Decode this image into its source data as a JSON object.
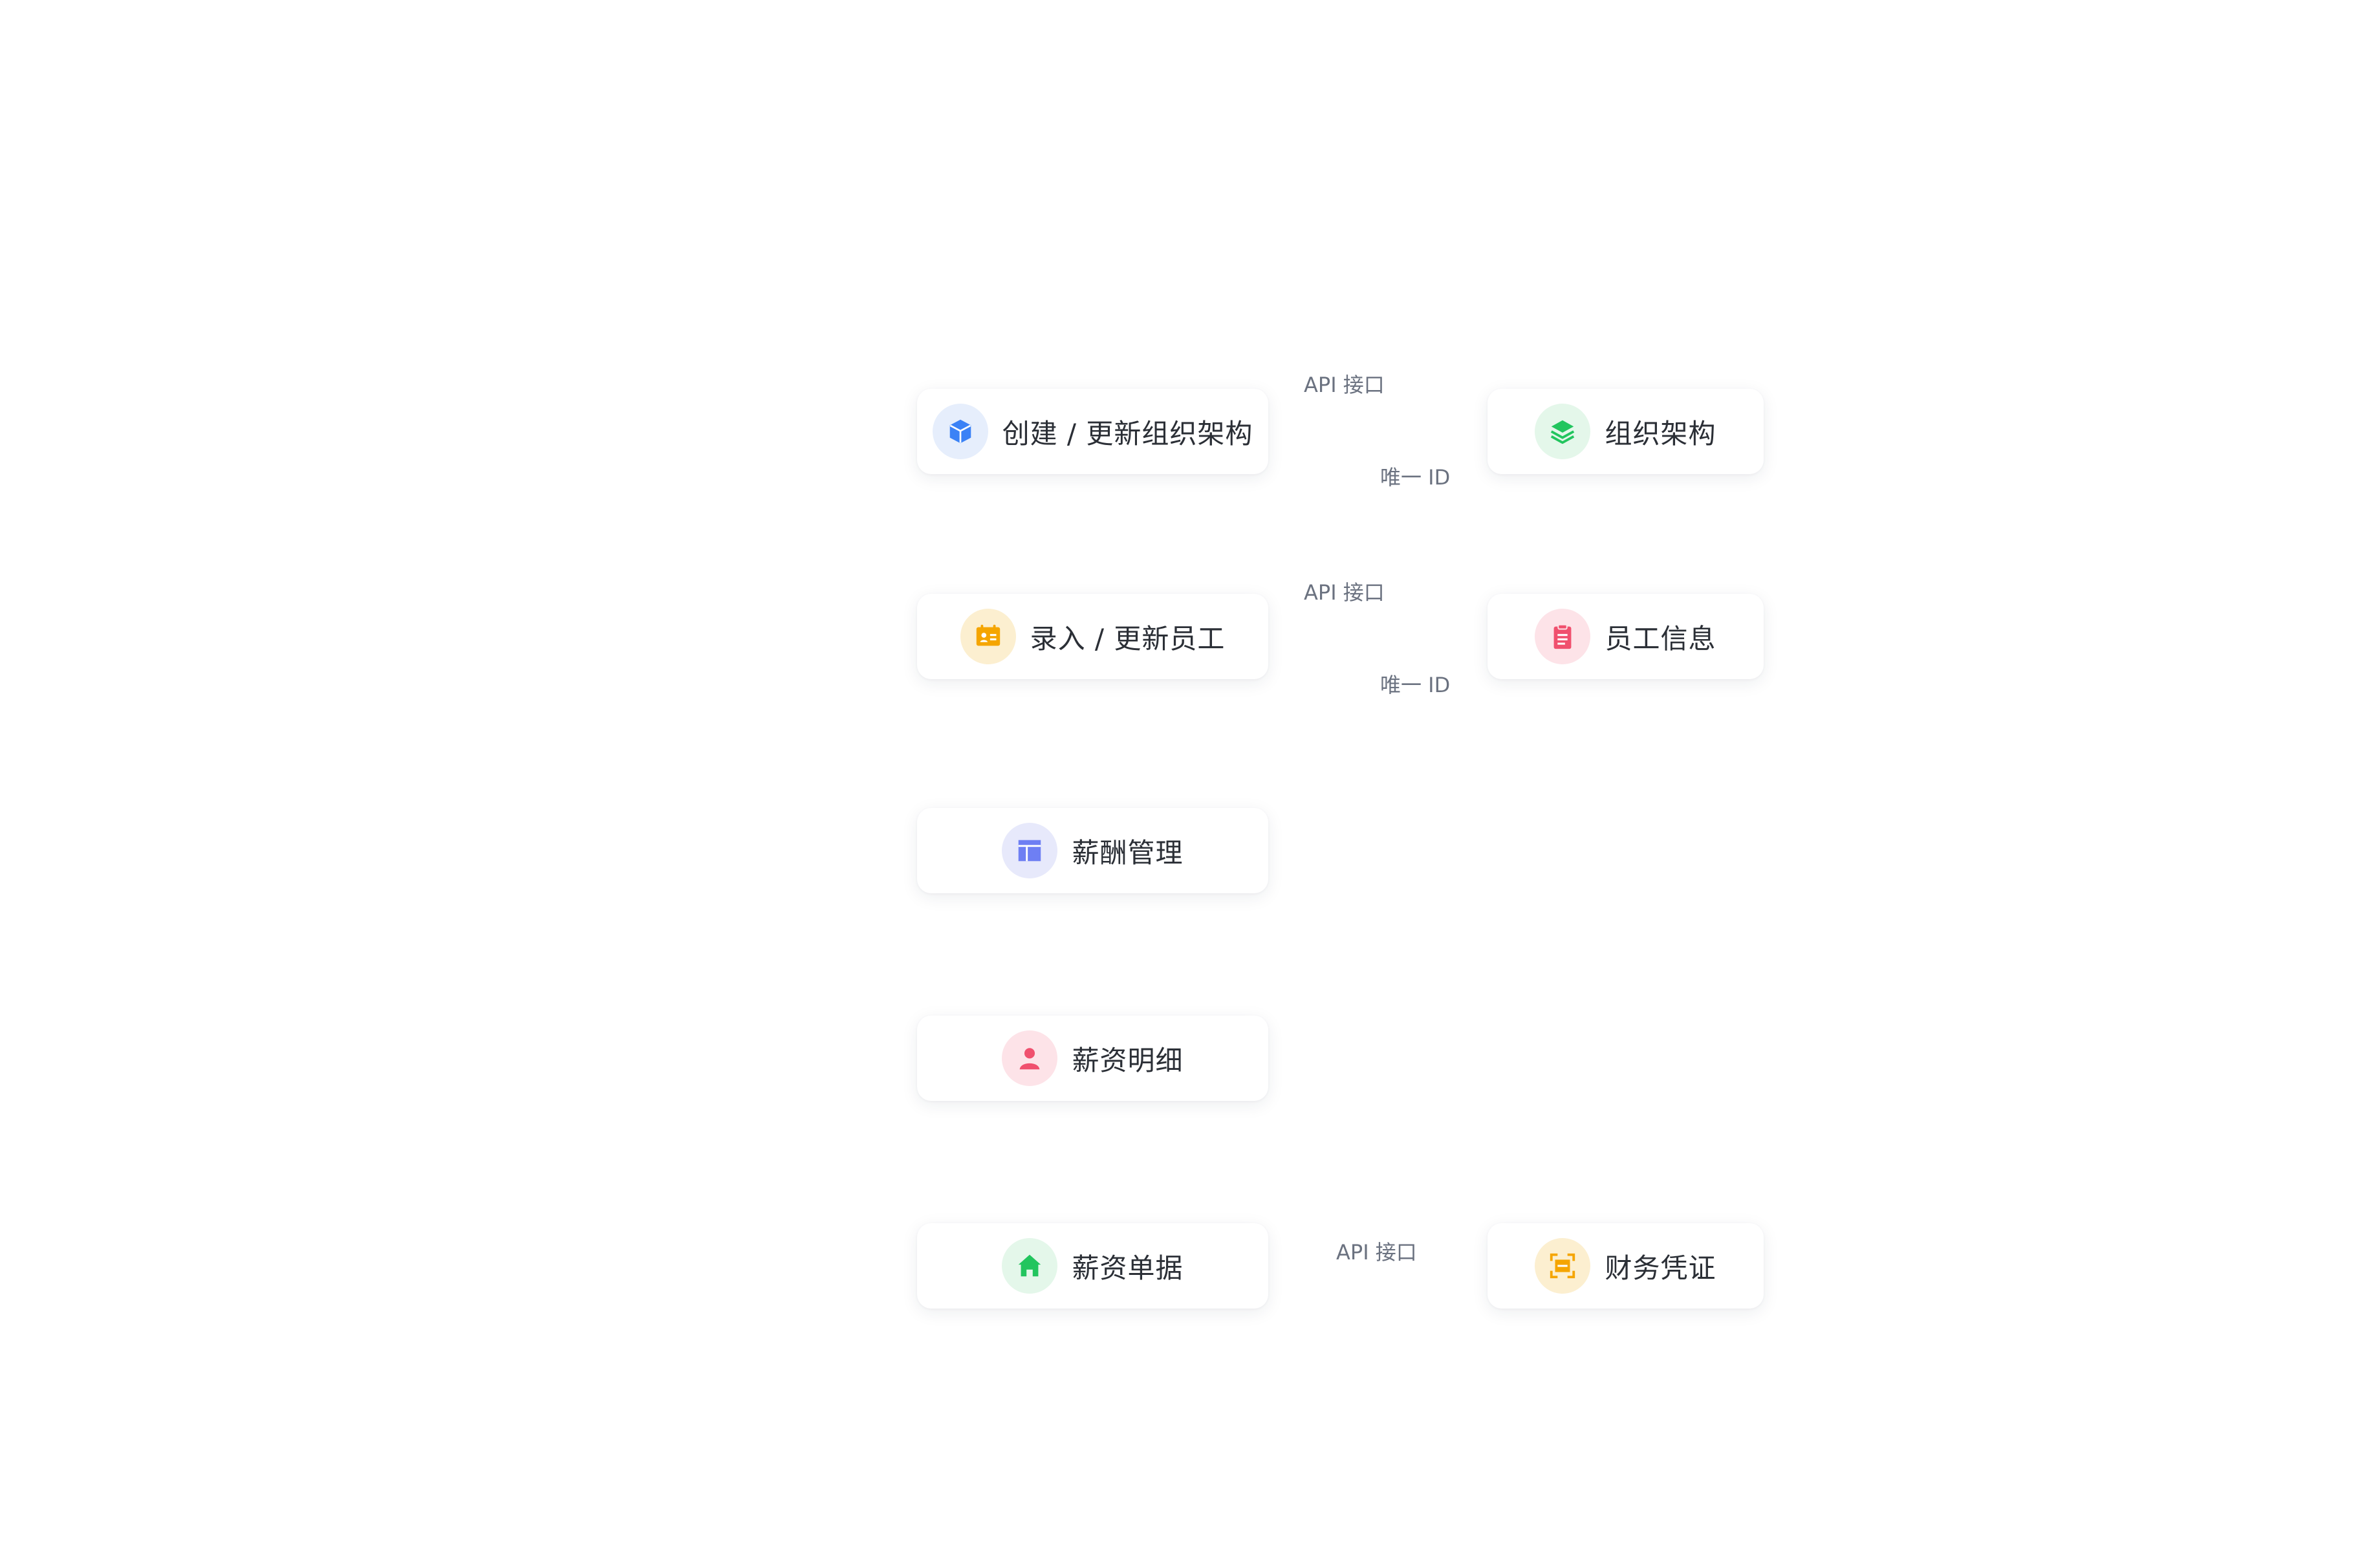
{
  "cards": {
    "create_org": {
      "label": "创建 / 更新组织架构",
      "icon": "cube-icon",
      "color": "#3b82f6",
      "bg": "#e6eefc"
    },
    "org_structure": {
      "label": "组织架构",
      "icon": "layers-icon",
      "color": "#22c55e",
      "bg": "#e4f7ea"
    },
    "entry_employee": {
      "label": "录入 / 更新员工",
      "icon": "id-card-icon",
      "color": "#f5a500",
      "bg": "#fcefd0"
    },
    "employee_info": {
      "label": "员工信息",
      "icon": "clipboard-icon",
      "color": "#f0506e",
      "bg": "#fde3e8"
    },
    "payroll_mgmt": {
      "label": "薪酬管理",
      "icon": "table-icon",
      "color": "#6e7ff3",
      "bg": "#e7e9fb"
    },
    "salary_detail": {
      "label": "薪资明细",
      "icon": "user-icon",
      "color": "#f0506e",
      "bg": "#fde3e8"
    },
    "salary_doc": {
      "label": "薪资单据",
      "icon": "home-icon",
      "color": "#22c55e",
      "bg": "#e4f7ea"
    },
    "finance_voucher": {
      "label": "财务凭证",
      "icon": "scan-icon",
      "color": "#f5a500",
      "bg": "#fcefd0"
    }
  },
  "connectors": {
    "api_1": "API 接口",
    "uid_1": "唯一 ID",
    "api_2": "API 接口",
    "uid_2": "唯一 ID",
    "api_3": "API 接口"
  }
}
